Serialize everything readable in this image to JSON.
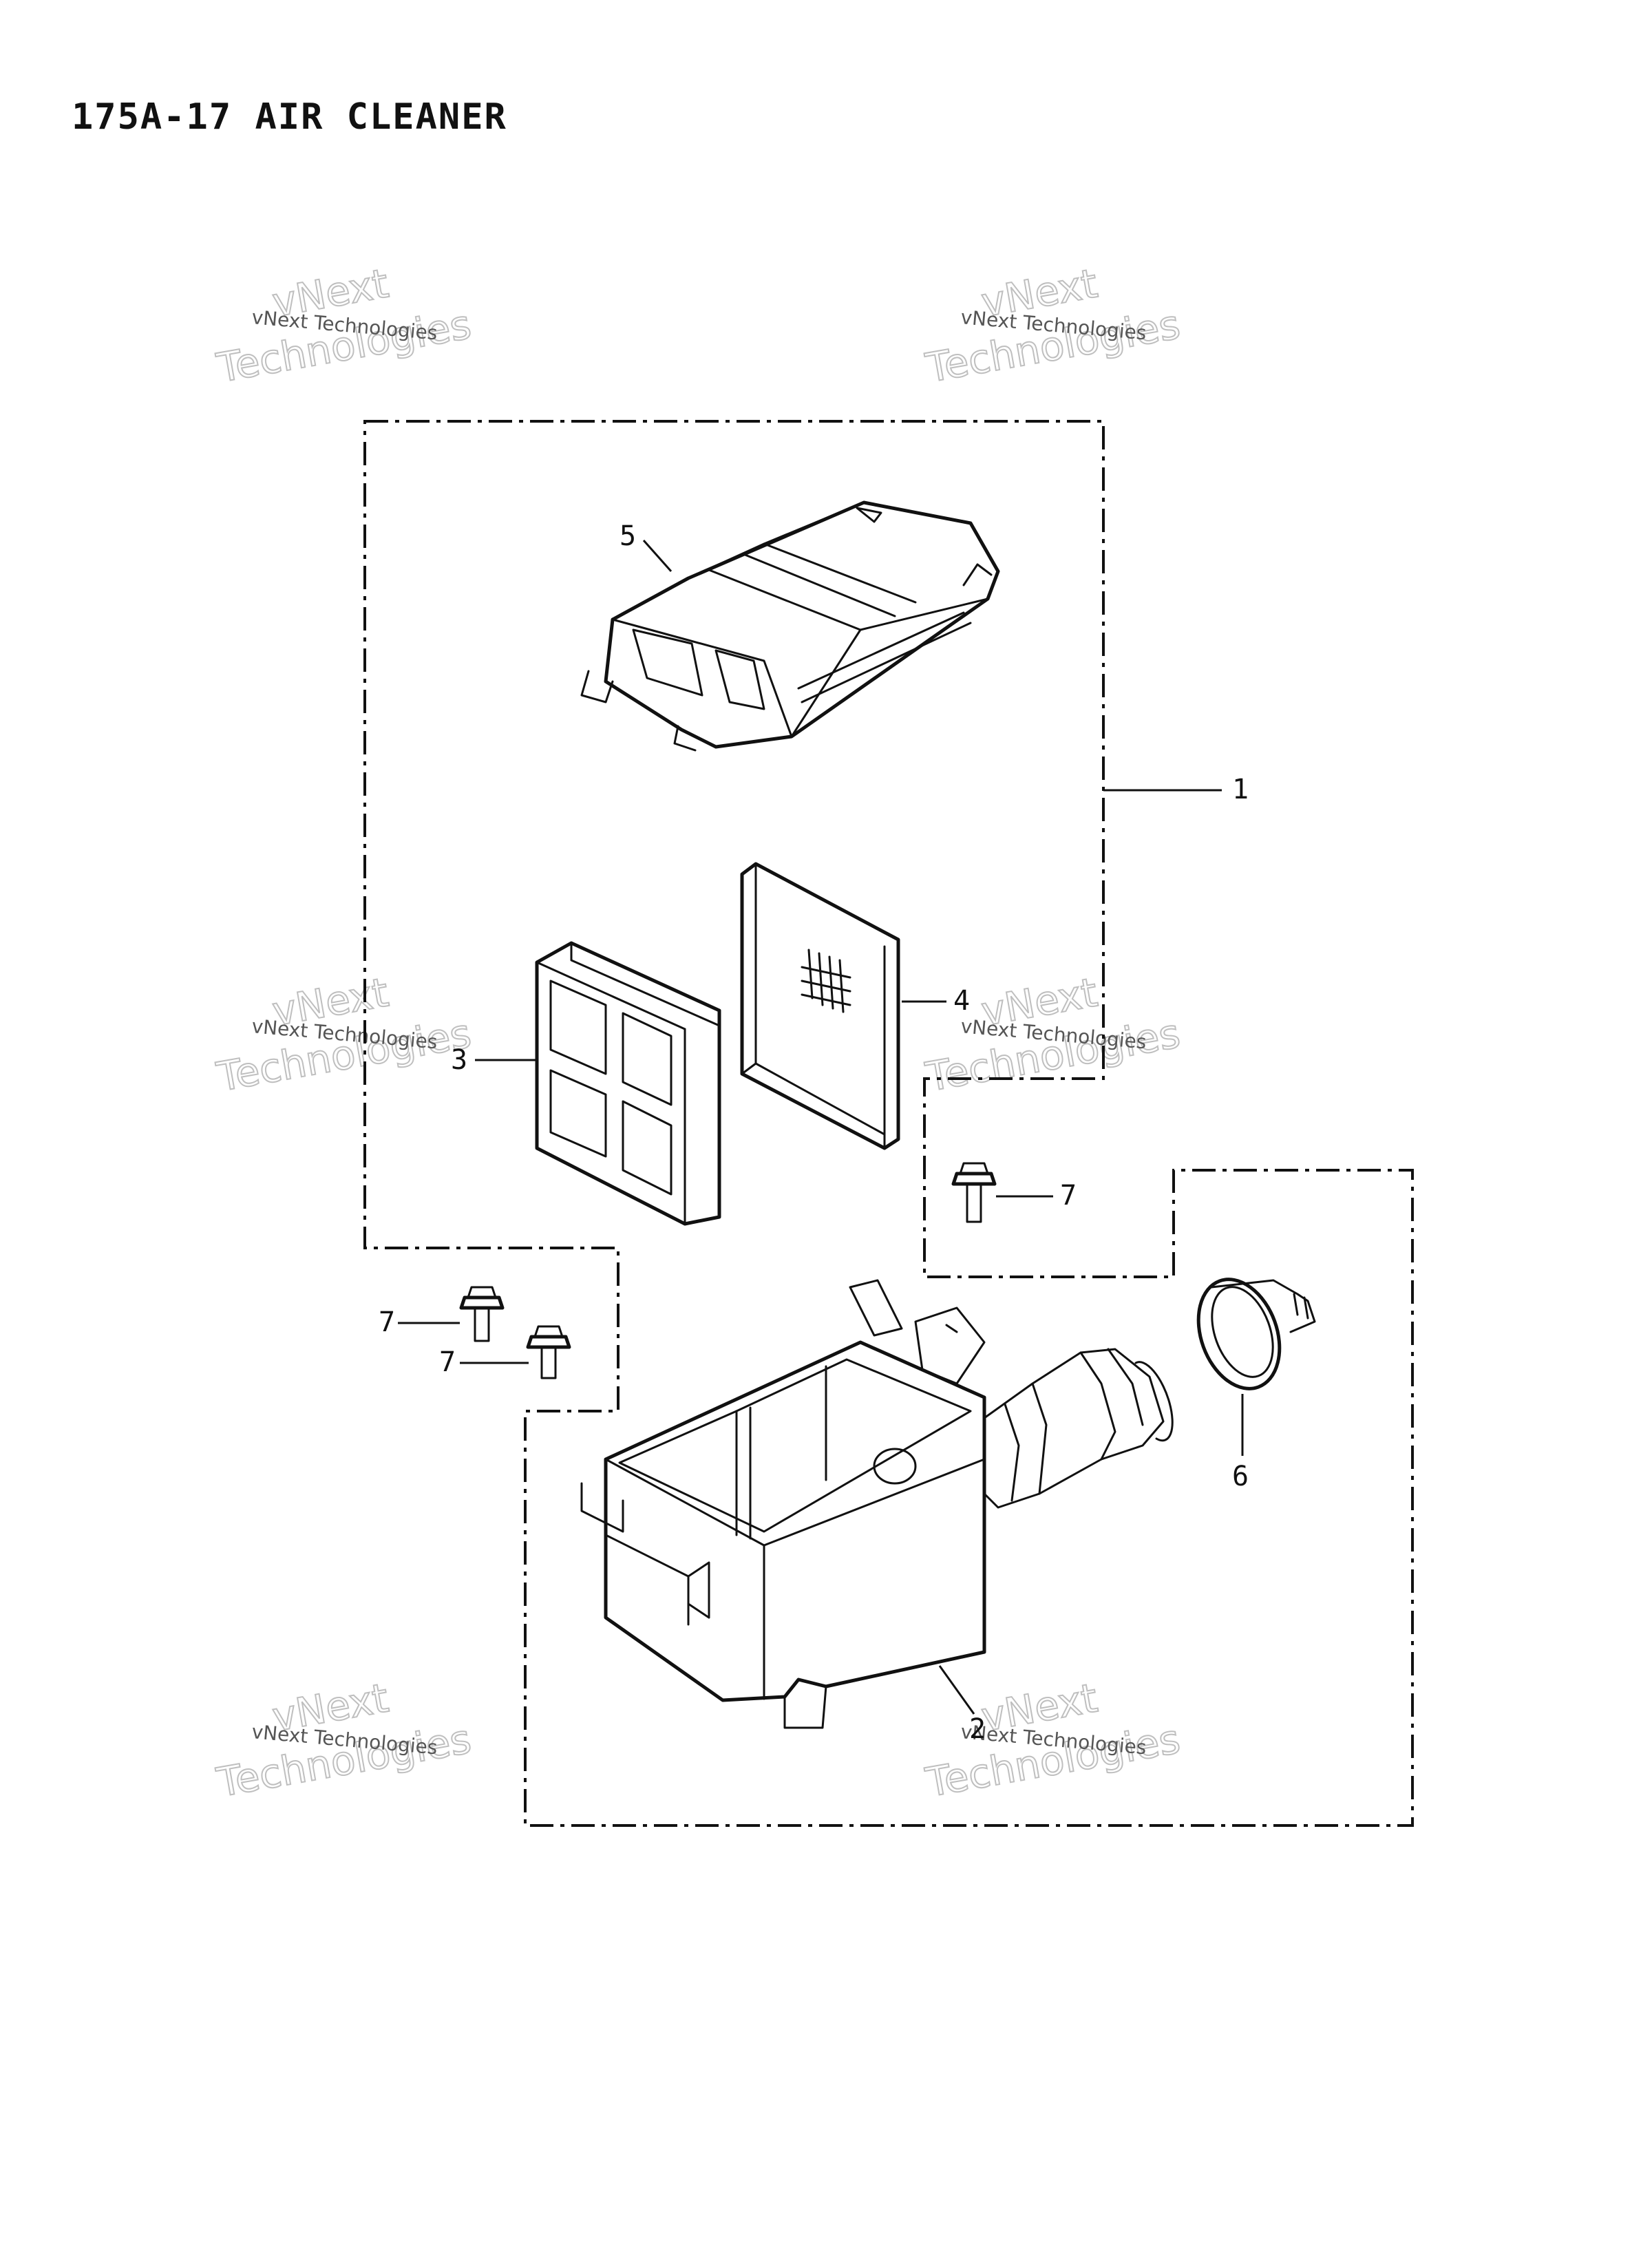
{
  "title": "175A-17 AIR CLEANER",
  "callouts": {
    "assy": "1",
    "case": "2",
    "element_frame": "3",
    "filter_element": "4",
    "cover": "5",
    "clamp": "6",
    "bolt_upper": "7",
    "bolt_left_a": "7",
    "bolt_left_b": "7"
  },
  "watermarks": [
    {
      "line1": "vNext Technologies",
      "line2": "vNext",
      "line3": "Technologies"
    },
    {
      "line1": "vNext Technologies",
      "line2": "vNext",
      "line3": "Technologies"
    },
    {
      "line1": "vNext Technologies",
      "line2": "vNext",
      "line3": "Technologies"
    },
    {
      "line1": "vNext Technologies",
      "line2": "vNext",
      "line3": "Technologies"
    },
    {
      "line1": "vNext Technologies",
      "line2": "vNext",
      "line3": "Technologies"
    },
    {
      "line1": "vNext Technologies",
      "line2": "vNext",
      "line3": "Technologies"
    }
  ]
}
